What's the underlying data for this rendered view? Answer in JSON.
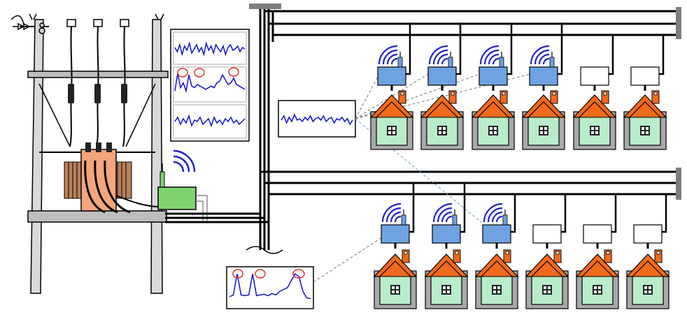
{
  "colors": {
    "background": "#ffffff",
    "line": "#000000",
    "pole": "#d9d9d9",
    "transformer": "#f4a57c",
    "radiator": "#b9805a",
    "gateway": "#7fd36e",
    "meter_smart": "#6ea2e0",
    "meter_plain": "#ffffff",
    "roof": "#f26a1b",
    "house": "#b9ecc9",
    "ground": "#a9a9a9",
    "signal": "#2323c8",
    "waveform": "#1010d0",
    "peak_marker": "#e03030",
    "dashed_link": "#7a7a7a",
    "dashed_link_blue": "#6aa6c8"
  },
  "icons": {
    "pole": "utility-pole-icon",
    "transformer": "distribution-transformer-icon",
    "gateway": "concentrator-gateway-icon",
    "meter": "meter-box-icon",
    "house": "house-icon",
    "wireless": "wireless-signal-icon",
    "waveform": "waveform-icon"
  },
  "waveforms": {
    "stack_top": [
      0.45,
      0.6,
      0.35,
      0.7,
      0.4,
      0.55,
      0.3,
      0.65,
      0.5,
      0.35,
      0.6,
      0.45,
      0.7,
      0.3,
      0.55,
      0.4,
      0.65,
      0.35,
      0.5,
      0.6,
      0.4,
      0.7,
      0.45,
      0.35,
      0.55,
      0.5,
      0.4,
      0.6,
      0.45,
      0.5
    ],
    "stack_mid": [
      0.7,
      0.15,
      0.6,
      0.45,
      0.7,
      0.2,
      0.55,
      0.6,
      0.5,
      0.55,
      0.6,
      0.65,
      0.6,
      0.55,
      0.6,
      0.45,
      0.4,
      0.2,
      0.35,
      0.5,
      0.45,
      0.3,
      0.5,
      0.55,
      0.6,
      0.65
    ],
    "stack_bot": [
      0.5,
      0.35,
      0.6,
      0.4,
      0.55,
      0.3,
      0.65,
      0.45,
      0.5,
      0.35,
      0.6,
      0.5,
      0.4,
      0.65,
      0.35,
      0.55,
      0.45,
      0.6,
      0.4,
      0.5,
      0.35,
      0.55,
      0.45,
      0.6,
      0.5,
      0.4
    ],
    "center": [
      0.55,
      0.4,
      0.65,
      0.45,
      0.6,
      0.35,
      0.55,
      0.5,
      0.6,
      0.45,
      0.55,
      0.4,
      0.6,
      0.5,
      0.45,
      0.55,
      0.4,
      0.6,
      0.5,
      0.45,
      0.65,
      0.5,
      0.55,
      0.45,
      0.6,
      0.5,
      0.7,
      0.55
    ],
    "bottom": [
      0.75,
      0.7,
      0.12,
      0.7,
      0.72,
      0.7,
      0.12,
      0.72,
      0.7,
      0.68,
      0.72,
      0.66,
      0.7,
      0.6,
      0.55,
      0.5,
      0.3,
      0.12,
      0.2,
      0.6,
      0.78,
      0.8
    ]
  }
}
